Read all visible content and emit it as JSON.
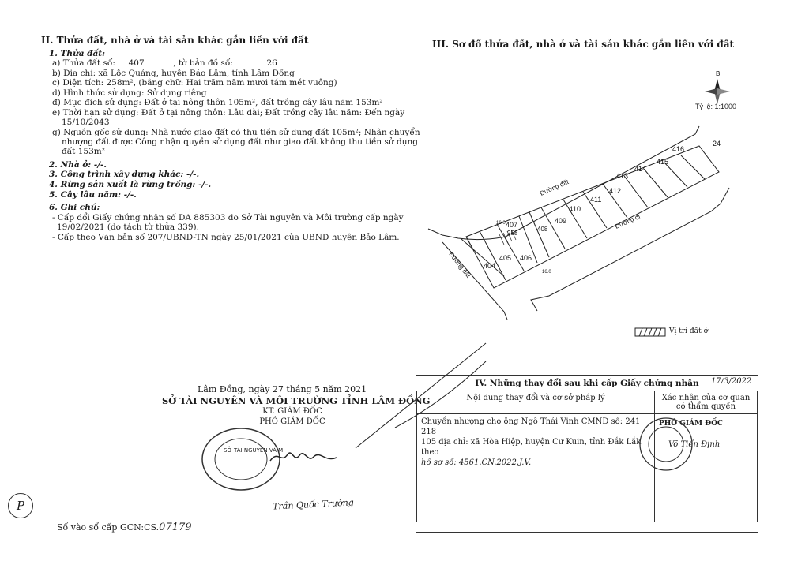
{
  "section2": {
    "title": "II. Thửa đất, nhà ở và tài sản khác gắn liền với đất",
    "land_heading": "1. Thửa đất:",
    "a_label": "a) Thửa đất số:",
    "parcel_no": "407",
    "a_mid": ", tờ bản đồ số:",
    "map_sheet": "26",
    "b": "b) Địa chỉ:  xã Lộc Quảng, huyện Bảo Lâm, tỉnh Lâm Đồng",
    "c": "c) Diện tích:    258m², (bằng chữ: Hai trăm năm mươi tám mét vuông)",
    "d": "d) Hình thức sử dụng:    Sử dụng riêng",
    "dd": "đ) Mục đích sử dụng:  Đất ở tại nông thôn 105m², đất trồng cây lâu năm 153m²",
    "e1": "e) Thời hạn sử dụng:  Đất ở tại nông thôn: Lâu dài; Đất trồng cây lâu năm: Đến ngày",
    "e2": "15/10/2043",
    "g1": "g) Nguồn gốc sử dụng:  Nhà nước giao đất có thu tiền sử dụng đất 105m²; Nhận chuyển",
    "g2": "nhượng đất được Công nhận quyền sử dụng đất như giao đất không thu tiền sử dụng",
    "g3": "đất 153m²",
    "house": "2. Nhà ở:  -/-.",
    "other_construction": "3. Công trình xây dựng khác:  -/-.",
    "forest": "4. Rừng sản xuất là rừng trồng:  -/-.",
    "perennial": "5. Cây lâu năm:  -/-.",
    "notes_heading": "6. Ghi chú:",
    "note1a": "- Cấp đổi Giấy chứng nhận số DA 885303 do Sở Tài nguyên và Môi trường cấp ngày",
    "note1b": "19/02/2021 (do tách từ thửa 339).",
    "note2": "- Cấp theo Văn bản số 207/UBND-TN ngày 25/01/2021 của UBND huyện Bảo Lâm."
  },
  "section3": {
    "title": "III. Sơ đồ thửa đất, nhà ở và tài sản khác gắn liền với đất",
    "north": "B",
    "scale": "Tỷ lệ: 1:1000",
    "road_top": "Đường đất",
    "road_right": "Đường đi",
    "road_left": "Đường đất",
    "parcels": [
      "404",
      "405",
      "406",
      "407",
      "408",
      "409",
      "410",
      "411",
      "412",
      "413",
      "414",
      "415",
      "416"
    ],
    "parcel_407_area": "258",
    "number_24": "24",
    "dim_top": "16.0",
    "dim_bottom": "16.0",
    "legend": "Vị trí đất ở"
  },
  "signature": {
    "date": "Lâm Đồng, ngày  27  tháng  5  năm 2021",
    "org": "SỞ TÀI NGUYÊN VÀ MÔI TRƯỜNG TỈNH LÂM ĐỒNG",
    "kt": "KT. GIÁM ĐỐC",
    "deputy": "PHÓ GIÁM ĐỐC",
    "stamp_center": "SỞ TÀI NGUYÊN VÀ MÔI TRƯỜNG",
    "name": "Trần Quốc Trường",
    "reg_label": "Số vào sổ cấp GCN:CS.",
    "reg_no": "07179"
  },
  "section4": {
    "title": "IV. Những thay đổi sau khi cấp Giấy chứng nhận",
    "handwritten_date": "17/3/2022",
    "col1": "Nội dung thay đổi và cơ sở pháp lý",
    "col2": "Xác nhận của cơ quan có thẩm quyền",
    "content1": "Chuyển nhượng cho ông Ngô Thái Vinh CMND số: 241 218",
    "content2": "105 địa chỉ: xã Hòa Hiệp, huyện Cư Kuin, tỉnh Đắk Lắk theo",
    "content3": "hồ sơ số: 4561.CN.2022.J.V.",
    "stamp_title": "PHÓ GIÁM ĐỐC",
    "signer": "Võ Tiến Định"
  },
  "margin_mark": "P"
}
